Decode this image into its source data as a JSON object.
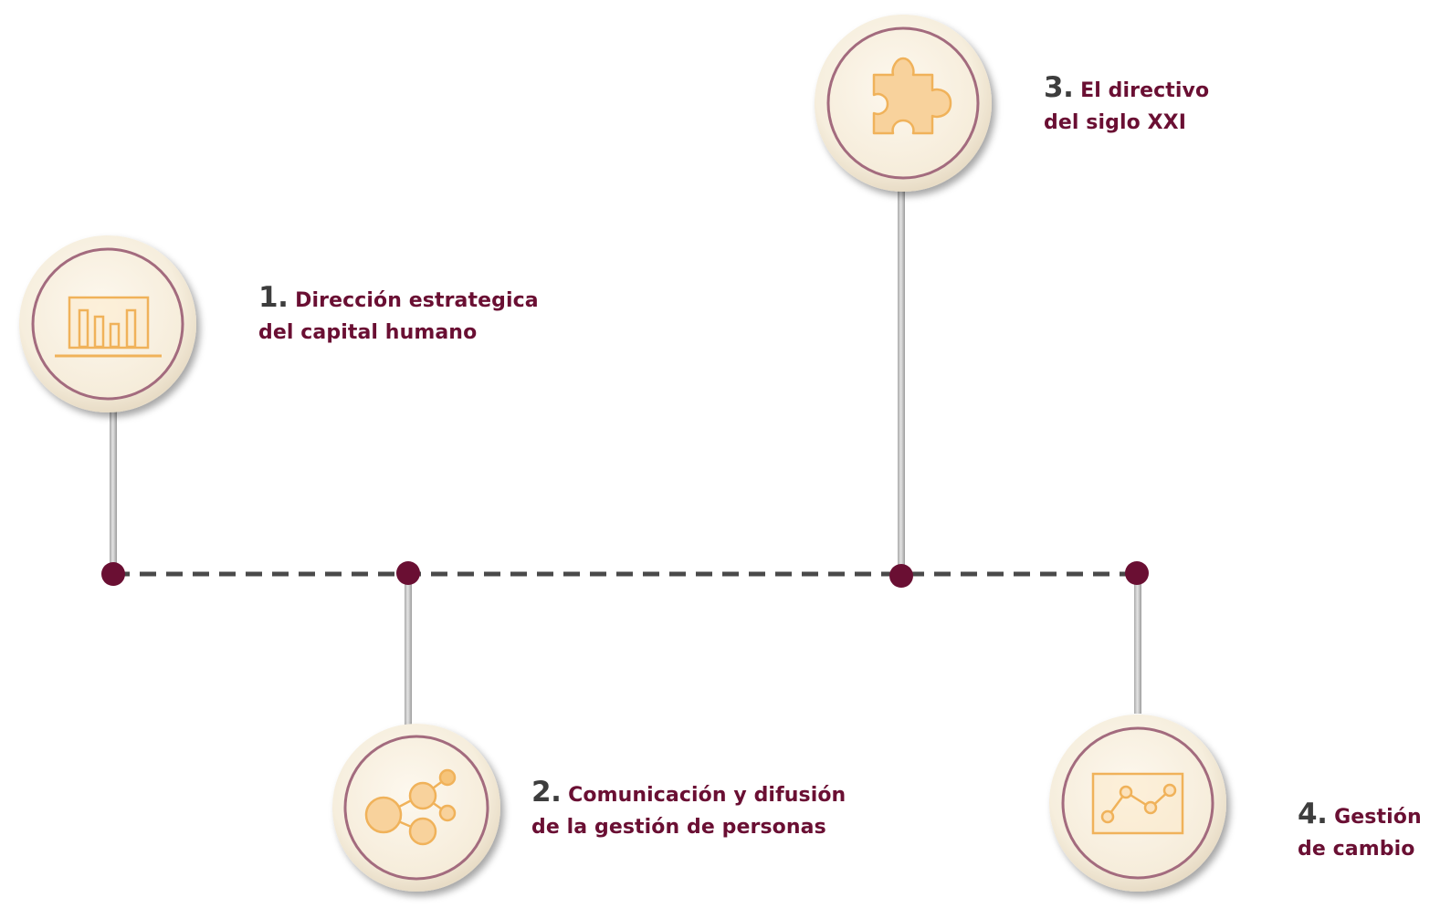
{
  "steps": [
    {
      "number": "1.",
      "line1": "Dirección estrategica",
      "line2": "del capital humano",
      "icon": "bar-chart-icon"
    },
    {
      "number": "2.",
      "line1": "Comunicación y difusión",
      "line2": "de la gestión de personas",
      "icon": "network-nodes-icon"
    },
    {
      "number": "3.",
      "line1": "El directivo",
      "line2": "del siglo XXI",
      "icon": "puzzle-piece-icon"
    },
    {
      "number": "4.",
      "line1": "Gestión",
      "line2": "de cambio",
      "icon": "line-chart-icon"
    }
  ],
  "colors": {
    "accent": "#6a0f33",
    "icon": "#f0b25a",
    "circle_ring": "#a36b7e",
    "circle_fill": "#f7efdf",
    "timeline": "#4a4a4a",
    "stem": "#c8c8c8"
  }
}
